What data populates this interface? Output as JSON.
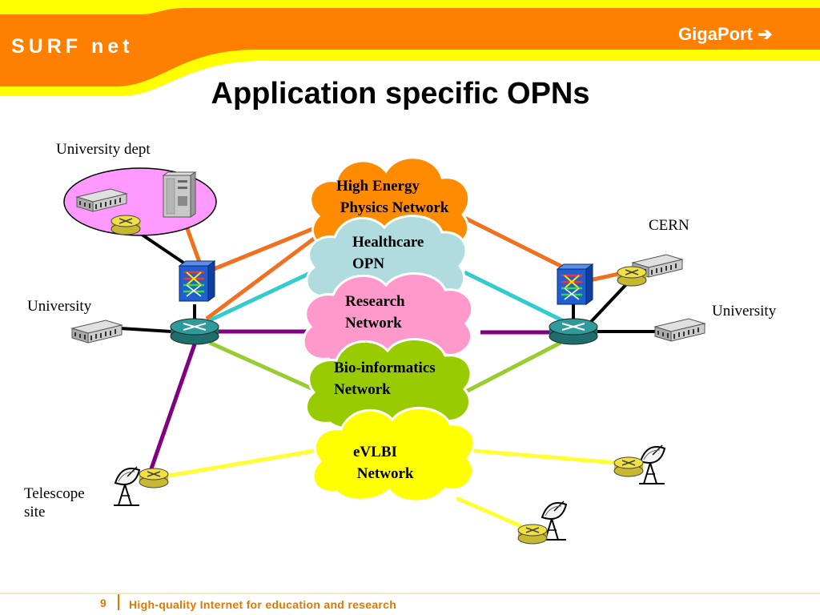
{
  "header": {
    "brand": "SURF net",
    "giga_label": "GigaPort",
    "arrow_glyph": "➔",
    "title": "Application specific OPNs"
  },
  "labels": {
    "university_dept": "University dept",
    "university_left": "University",
    "university_right": "University",
    "cern": "CERN",
    "telescope": "Telescope\nsite"
  },
  "networks": [
    {
      "id": "hep",
      "label": "High Energy\n Physics Network",
      "color": "#ff8c00"
    },
    {
      "id": "health",
      "label": "Healthcare\nOPN",
      "color": "#b0dce0"
    },
    {
      "id": "research",
      "label": "Research\nNetwork",
      "color": "#ff99cc"
    },
    {
      "id": "bio",
      "label": "Bio-informatics\nNetwork",
      "color": "#99cc00"
    },
    {
      "id": "evlbi",
      "label": "eVLBI\n Network",
      "color": "#ffff00"
    }
  ],
  "colors": {
    "banner_orange": "#ff8000",
    "banner_yellow": "#ffff00",
    "dept_oval": "#ff99ff",
    "switch_blue": "#1f5fd0",
    "router_teal": "#2e8b8b",
    "router_yellow": "#f0e040",
    "link_purple": "#800080",
    "link_cyan": "#33cccc",
    "link_black": "#000000",
    "footer_accent": "#e07800"
  },
  "footer": {
    "page_number": "9",
    "text": "High-quality Internet for education and research"
  }
}
